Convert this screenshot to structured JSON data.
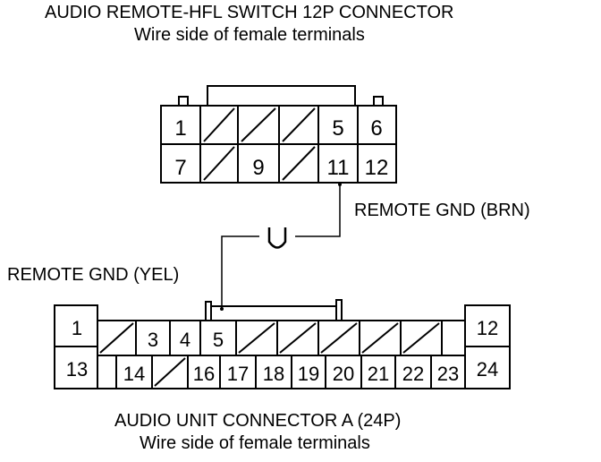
{
  "top_connector": {
    "title": "AUDIO REMOTE-HFL SWITCH 12P CONNECTOR",
    "subtitle": "Wire side of female terminals",
    "pins": [
      "1",
      "5",
      "6",
      "7",
      "9",
      "11",
      "12"
    ]
  },
  "bottom_connector": {
    "title": "AUDIO UNIT CONNECTOR A (24P)",
    "subtitle": "Wire side of female terminals",
    "pins": [
      "1",
      "3",
      "4",
      "5",
      "12",
      "13",
      "14",
      "16",
      "17",
      "18",
      "19",
      "20",
      "21",
      "22",
      "23",
      "24"
    ]
  },
  "wires": {
    "top_label": "REMOTE GND (BRN)",
    "bottom_label": "REMOTE GND (YEL)",
    "splice_symbol": "U"
  }
}
